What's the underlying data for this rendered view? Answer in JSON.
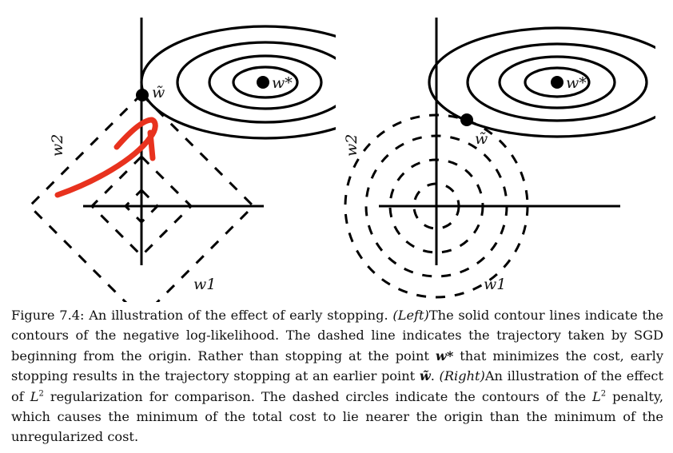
{
  "left_panel": {
    "x_axis_label": "w1",
    "y_axis_label": "w2",
    "optimum_label": "w*",
    "stop_point_label": "w̃"
  },
  "right_panel": {
    "x_axis_label": "w1",
    "y_axis_label": "w2",
    "optimum_label": "w*",
    "stop_point_label": "w̃"
  },
  "annotation": {
    "arrow_color": "#e8321e"
  },
  "caption": {
    "fig_label": "Figure 7.4:",
    "intro": " An illustration of the effect of early stopping. ",
    "left_tag": "(Left)",
    "left_text_1": "The solid contour lines indicate the contours of the negative log-likelihood. The dashed line indicates the trajectory taken by SGD beginning from the origin. Rather than stopping at the point ",
    "w_star": "w*",
    "left_text_2": " that minimizes the cost, early stopping results in the trajectory stopping at an earlier point ",
    "w_tilde": "w̃",
    "left_text_3": ".",
    "right_tag": "(Right)",
    "right_text_1": "An illustration of the effect of ",
    "l2_a": "L",
    "l2_a_sup": "2",
    "right_text_2": " regularization for comparison. The dashed circles indicate the contours of the ",
    "l2_b": "L",
    "l2_b_sup": "2",
    "right_text_3": " penalty, which causes the minimum of the total cost to lie nearer the origin than the minimum of the unregularized cost."
  }
}
